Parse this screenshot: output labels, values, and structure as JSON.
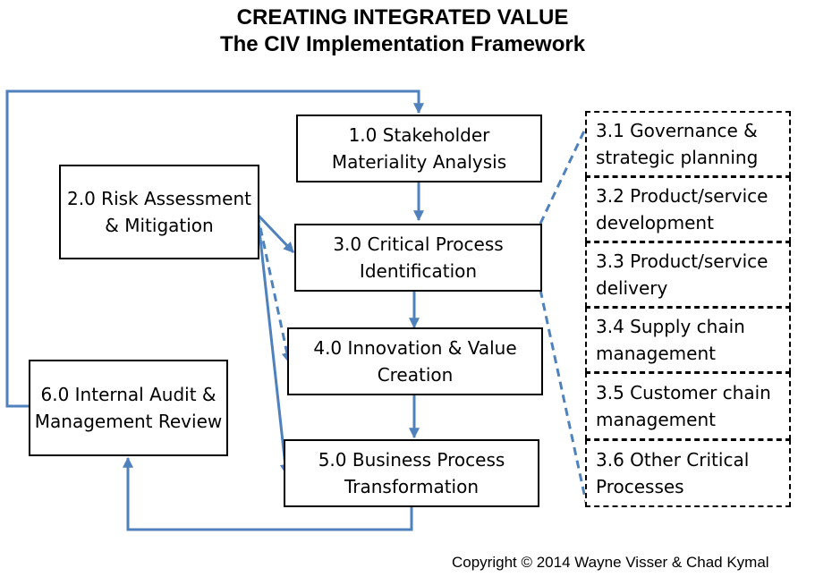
{
  "title": {
    "line1": "CREATING INTEGRATED VALUE",
    "line2": "The CIV Implementation Framework"
  },
  "boxes": {
    "b1": "1.0 Stakeholder Materiality Analysis",
    "b2": "2.0 Risk Assessment & Mitigation",
    "b3": "3.0 Critical Process Identification",
    "b4": "4.0 Innovation & Value Creation",
    "b5": "5.0 Business Process Transformation",
    "b6": "6.0 Internal Audit & Management Review"
  },
  "subprocesses": [
    "3.1 Governance & strategic planning",
    "3.2 Product/service development",
    "3.3 Product/service delivery",
    "3.4 Supply chain management",
    "3.5 Customer chain management",
    "3.6 Other Critical Processes"
  ],
  "colors": {
    "arrow": "#4f81bd",
    "border": "#000000"
  },
  "copyright": "Copyright © 2014 Wayne Visser & Chad Kymal"
}
